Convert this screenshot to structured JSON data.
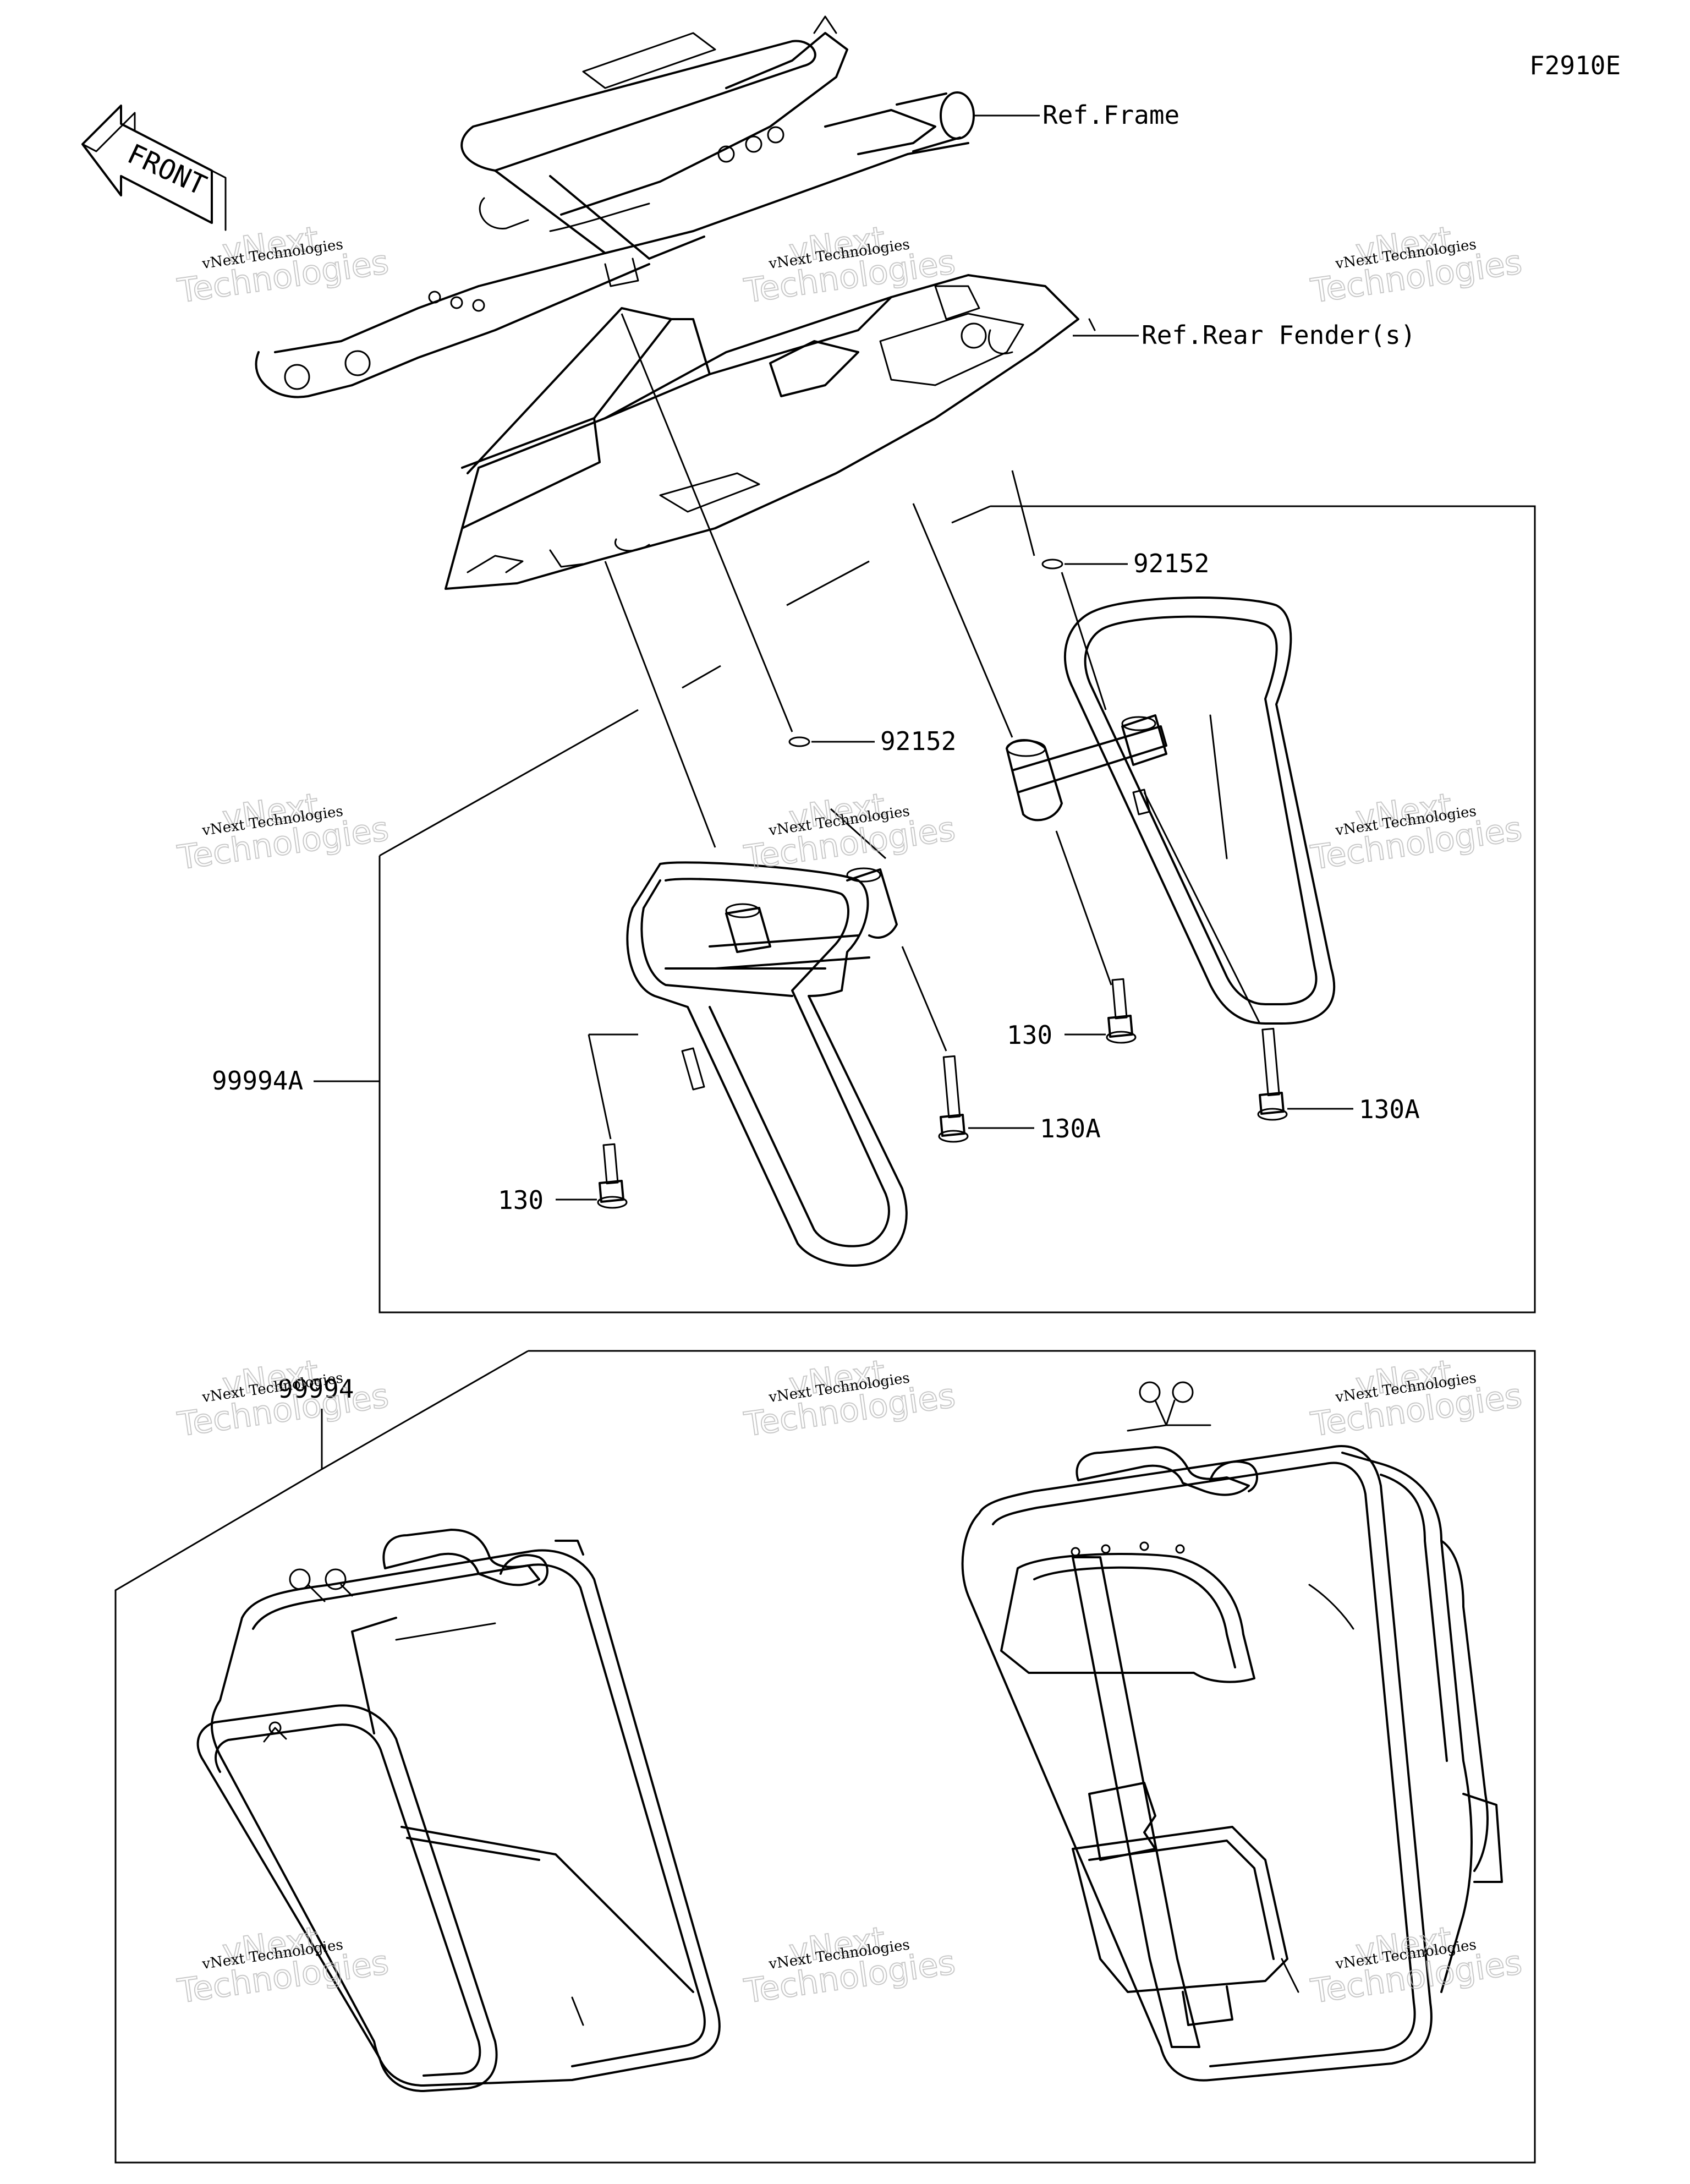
{
  "diagram_code": "F2910E",
  "front_label": "FRONT",
  "references": {
    "frame": "Ref.Frame",
    "rear_fender": "Ref.Rear Fender(s)"
  },
  "parts": {
    "washer_upper_right": "92152",
    "washer_center": "92152",
    "bolt_right_130": "130",
    "bolt_left_130": "130",
    "bolt_center_130a": "130A",
    "bolt_right_130a": "130A",
    "bracket_set": "99994A",
    "pannier_set": "99994"
  },
  "watermark": {
    "brand_script": "vNext",
    "company": "vNext Technologies",
    "tech_word": "Technologies"
  }
}
